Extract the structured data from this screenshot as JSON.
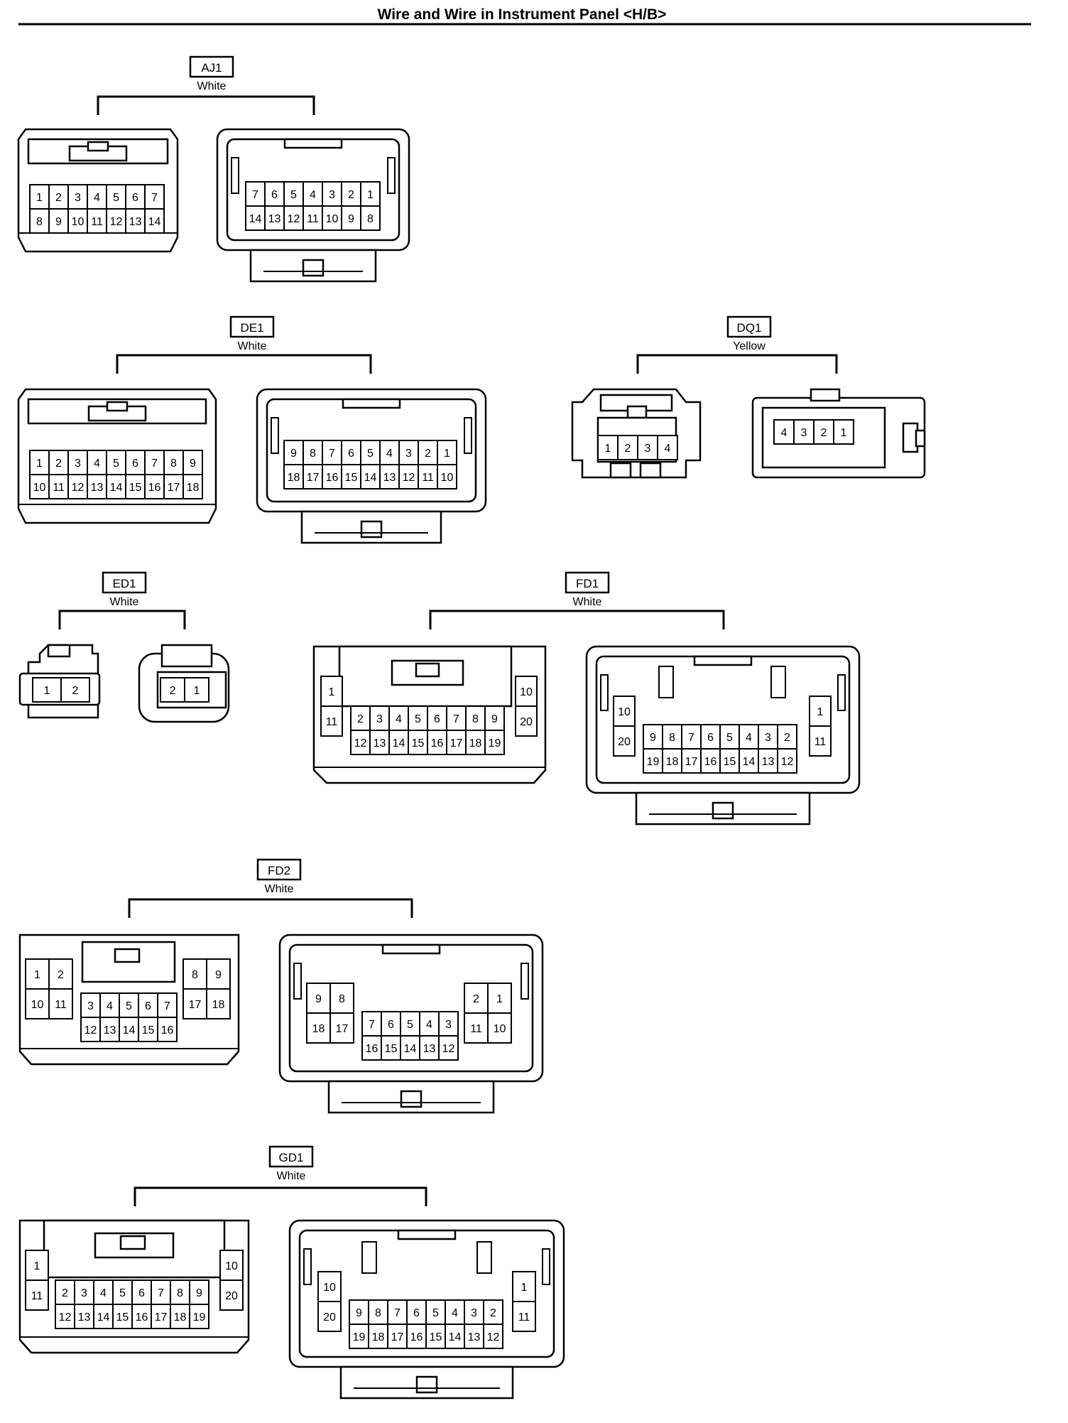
{
  "page": {
    "title": "Wire and Wire in Instrument Panel <H/B>"
  },
  "connectors": [
    {
      "id": "AJ1",
      "color": "White",
      "left": {
        "rows": [
          [
            "1",
            "2",
            "3",
            "4",
            "5",
            "6",
            "7"
          ],
          [
            "8",
            "9",
            "10",
            "11",
            "12",
            "13",
            "14"
          ]
        ]
      },
      "right": {
        "rows": [
          [
            "7",
            "6",
            "5",
            "4",
            "3",
            "2",
            "1"
          ],
          [
            "14",
            "13",
            "12",
            "11",
            "10",
            "9",
            "8"
          ]
        ]
      }
    },
    {
      "id": "DE1",
      "color": "White",
      "left": {
        "rows": [
          [
            "1",
            "2",
            "3",
            "4",
            "5",
            "6",
            "7",
            "8",
            "9"
          ],
          [
            "10",
            "11",
            "12",
            "13",
            "14",
            "15",
            "16",
            "17",
            "18"
          ]
        ]
      },
      "right": {
        "rows": [
          [
            "9",
            "8",
            "7",
            "6",
            "5",
            "4",
            "3",
            "2",
            "1"
          ],
          [
            "18",
            "17",
            "16",
            "15",
            "14",
            "13",
            "12",
            "11",
            "10"
          ]
        ]
      }
    },
    {
      "id": "DQ1",
      "color": "Yellow",
      "left": {
        "rows": [
          [
            "1",
            "2",
            "3",
            "4"
          ]
        ]
      },
      "right": {
        "rows": [
          [
            "4",
            "3",
            "2",
            "1"
          ]
        ]
      }
    },
    {
      "id": "ED1",
      "color": "White",
      "left": {
        "rows": [
          [
            "1",
            "2"
          ]
        ]
      },
      "right": {
        "rows": [
          [
            "2",
            "1"
          ]
        ]
      }
    },
    {
      "id": "FD1",
      "color": "White",
      "left": {
        "side_l": [
          "1",
          "11"
        ],
        "rows": [
          [
            "2",
            "3",
            "4",
            "5",
            "6",
            "7",
            "8",
            "9"
          ],
          [
            "12",
            "13",
            "14",
            "15",
            "16",
            "17",
            "18",
            "19"
          ]
        ],
        "side_r": [
          "10",
          "20"
        ]
      },
      "right": {
        "side_l": [
          "10",
          "20"
        ],
        "rows": [
          [
            "9",
            "8",
            "7",
            "6",
            "5",
            "4",
            "3",
            "2"
          ],
          [
            "19",
            "18",
            "17",
            "16",
            "15",
            "14",
            "13",
            "12"
          ]
        ],
        "side_r": [
          "1",
          "11"
        ]
      }
    },
    {
      "id": "FD2",
      "color": "White",
      "left": {
        "side_l": [
          [
            "1",
            "2"
          ],
          [
            "10",
            "11"
          ]
        ],
        "rows": [
          [
            "3",
            "4",
            "5",
            "6",
            "7"
          ],
          [
            "12",
            "13",
            "14",
            "15",
            "16"
          ]
        ],
        "side_r": [
          [
            "8",
            "9"
          ],
          [
            "17",
            "18"
          ]
        ]
      },
      "right": {
        "side_l": [
          [
            "9",
            "8"
          ],
          [
            "18",
            "17"
          ]
        ],
        "rows": [
          [
            "7",
            "6",
            "5",
            "4",
            "3"
          ],
          [
            "16",
            "15",
            "14",
            "13",
            "12"
          ]
        ],
        "side_r": [
          [
            "2",
            "1"
          ],
          [
            "11",
            "10"
          ]
        ]
      }
    },
    {
      "id": "GD1",
      "color": "White",
      "left": {
        "side_l": [
          "1",
          "11"
        ],
        "rows": [
          [
            "2",
            "3",
            "4",
            "5",
            "6",
            "7",
            "8",
            "9"
          ],
          [
            "12",
            "13",
            "14",
            "15",
            "16",
            "17",
            "18",
            "19"
          ]
        ],
        "side_r": [
          "10",
          "20"
        ]
      },
      "right": {
        "side_l": [
          "10",
          "20"
        ],
        "rows": [
          [
            "9",
            "8",
            "7",
            "6",
            "5",
            "4",
            "3",
            "2"
          ],
          [
            "19",
            "18",
            "17",
            "16",
            "15",
            "14",
            "13",
            "12"
          ]
        ],
        "side_r": [
          "1",
          "11"
        ]
      }
    }
  ]
}
